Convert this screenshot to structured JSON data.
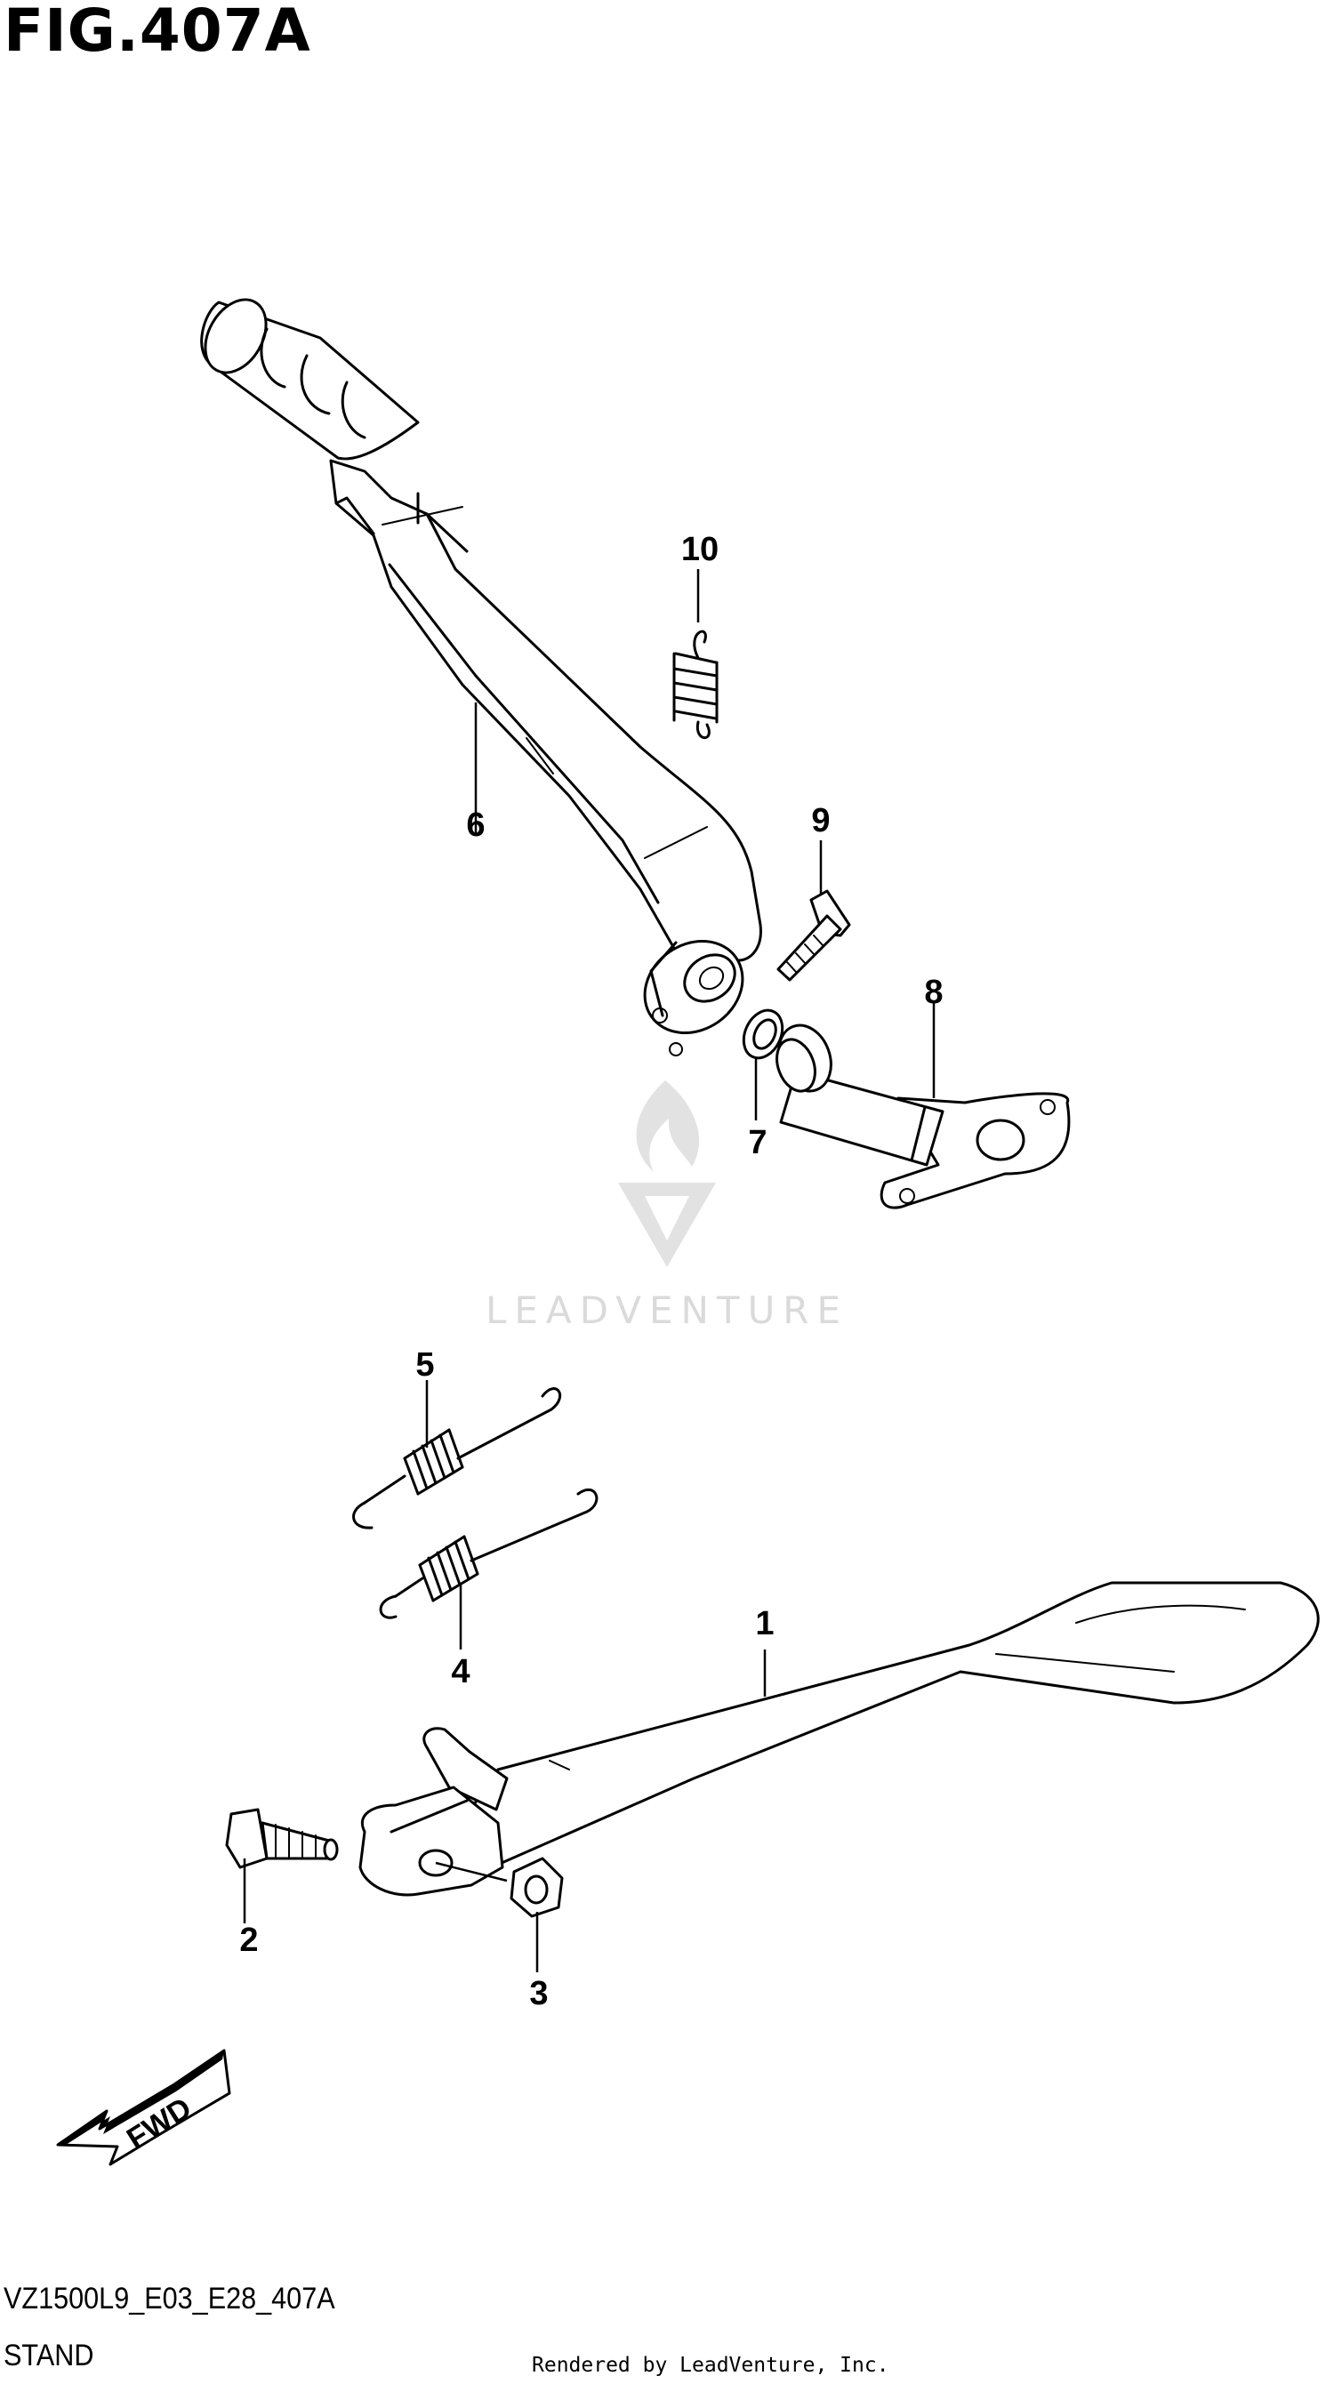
{
  "figure": {
    "title": "FIG.407A",
    "code": "VZ1500L9_E03_E28_407A",
    "name": "STAND",
    "rendered_by": "Rendered by LeadVenture, Inc."
  },
  "watermark": {
    "text": "LEADVENTURE"
  },
  "direction_arrow": {
    "label": "FWD"
  },
  "callouts": {
    "c1": "1",
    "c2": "2",
    "c3": "3",
    "c4": "4",
    "c5": "5",
    "c6": "6",
    "c7": "7",
    "c8": "8",
    "c9": "9",
    "c10": "10"
  },
  "colors": {
    "ink": "#000000",
    "paper": "#ffffff",
    "watermark": "#dadada"
  }
}
